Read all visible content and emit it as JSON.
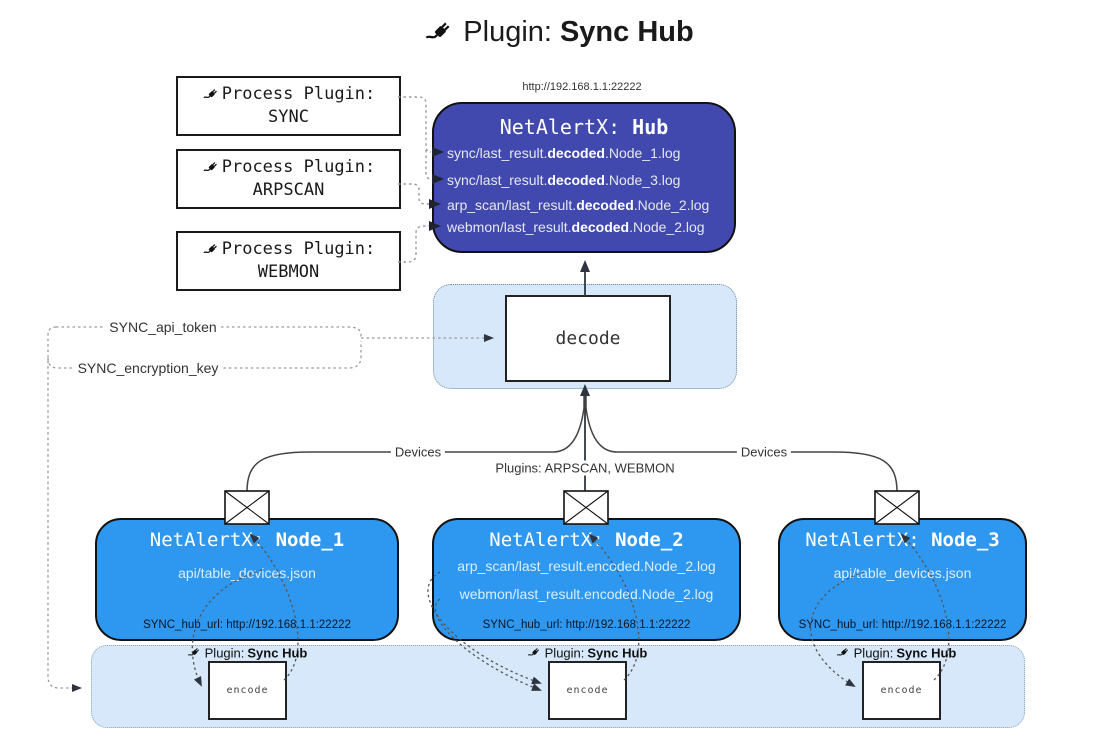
{
  "title": {
    "label": "Plugin:",
    "name": "Sync Hub"
  },
  "process_plugins": [
    {
      "label": "Process Plugin:",
      "name": "SYNC"
    },
    {
      "label": "Process Plugin:",
      "name": "ARPSCAN"
    },
    {
      "label": "Process Plugin:",
      "name": "WEBMON"
    }
  ],
  "hub": {
    "url": "http://192.168.1.1:22222",
    "title": {
      "label": "NetAlertX:",
      "name": "Hub"
    },
    "files": [
      {
        "pre": "sync/last_result.",
        "bold": "decoded",
        "post": ".Node_1.log"
      },
      {
        "pre": "sync/last_result.",
        "bold": "decoded",
        "post": ".Node_3.log"
      },
      {
        "pre": "arp_scan/last_result.",
        "bold": "decoded",
        "post": ".Node_2.log"
      },
      {
        "pre": "webmon/last_result.",
        "bold": "decoded",
        "post": ".Node_2.log"
      }
    ]
  },
  "decode_box": {
    "label": "decode"
  },
  "settings": {
    "api_token": "SYNC_api_token",
    "encryption_key": "SYNC_encryption_key"
  },
  "edge_labels": {
    "devices_left": "Devices",
    "plugins": "Plugins: ARPSCAN, WEBMON",
    "devices_right": "Devices"
  },
  "nodes": [
    {
      "title": {
        "label": "NetAlertX:",
        "name": "Node_1"
      },
      "files": [
        "api/table_devices.json"
      ],
      "hub_url": "SYNC_hub_url: http://192.168.1.1:22222"
    },
    {
      "title": {
        "label": "NetAlertX:",
        "name": "Node_2"
      },
      "files": [
        "arp_scan/last_result.encoded.Node_2.log",
        "webmon/last_result.encoded.Node_2.log"
      ],
      "hub_url": "SYNC_hub_url: http://192.168.1.1:22222"
    },
    {
      "title": {
        "label": "NetAlertX:",
        "name": "Node_3"
      },
      "files": [
        "api/table_devices.json"
      ],
      "hub_url": "SYNC_hub_url: http://192.168.1.1:22222"
    }
  ],
  "encode_sections": [
    {
      "label": "Plugin:",
      "name": "Sync Hub",
      "box": "encode"
    },
    {
      "label": "Plugin:",
      "name": "Sync Hub",
      "box": "encode"
    },
    {
      "label": "Plugin:",
      "name": "Sync Hub",
      "box": "encode"
    }
  ],
  "colors": {
    "hub_fill": "#4149ae",
    "node_fill": "#2e97f0",
    "panel_fill": "#d6e8f9"
  }
}
